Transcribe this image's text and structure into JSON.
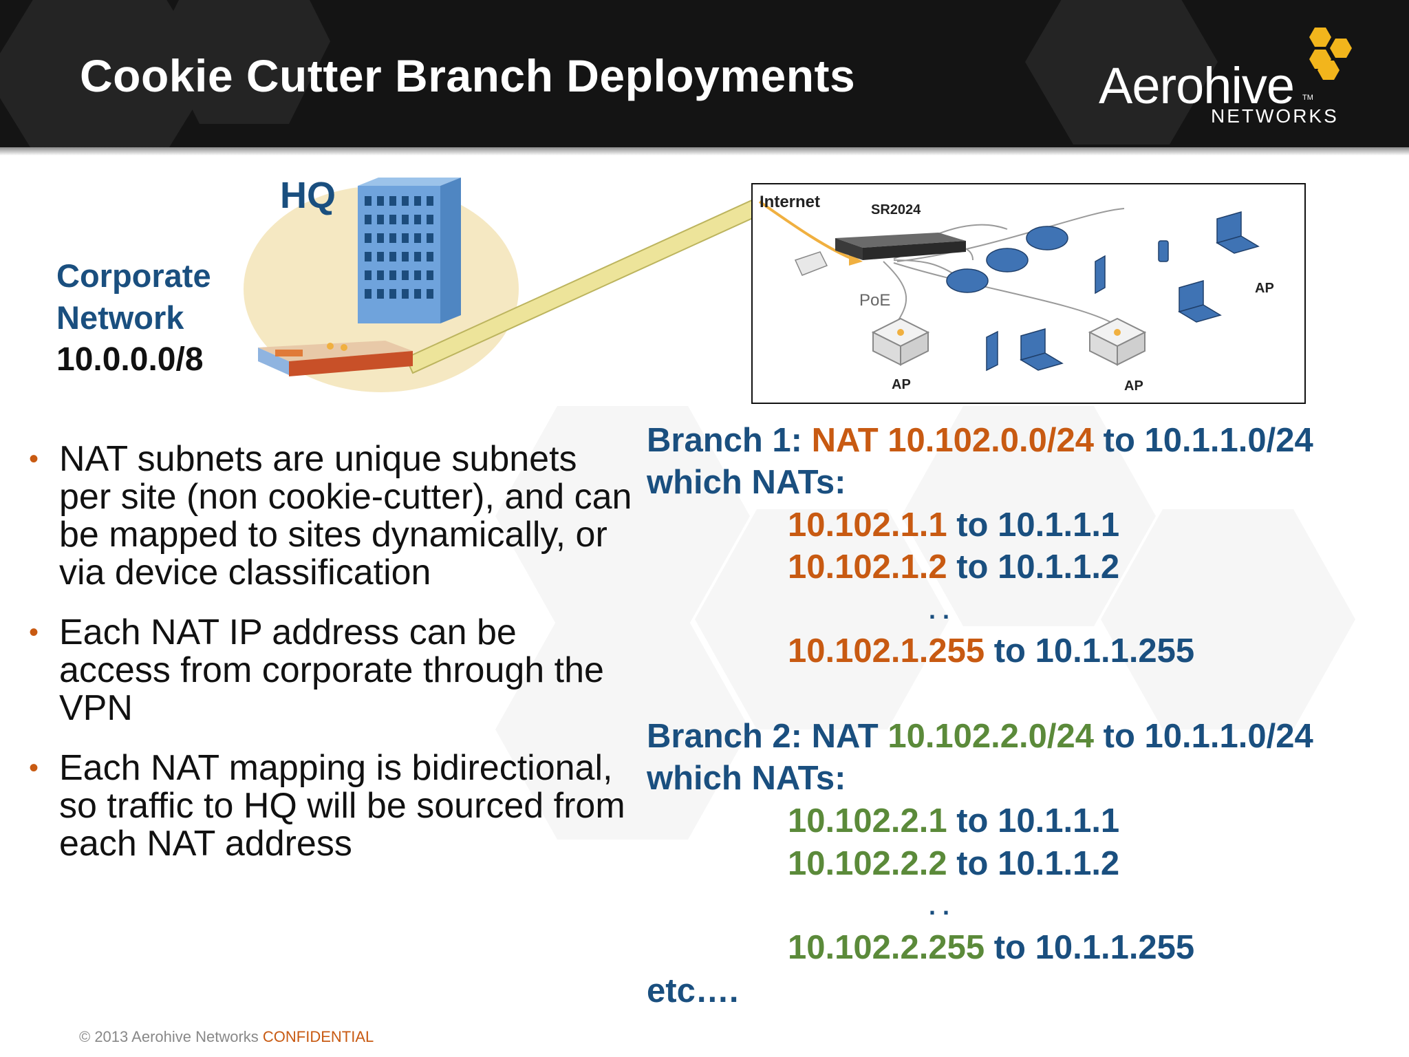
{
  "slide": {
    "title": "Cookie Cutter Branch Deployments",
    "logo": {
      "name": "Aerohive",
      "tm": "TM",
      "subtitle": "NETWORKS"
    }
  },
  "hq": {
    "label": "HQ",
    "network_line1": "Corporate",
    "network_line2": "Network",
    "network_ip": "10.0.0.0/8"
  },
  "diagram": {
    "internet": "Internet",
    "router": "SR2024",
    "poe": "PoE",
    "ap_left": "AP",
    "ap_right": "AP",
    "ap_top": "AP"
  },
  "bullets": [
    "NAT subnets are unique subnets per site (non cookie-cutter), and can be mapped to sites dynamically, or via device classification",
    "Each NAT IP address can be access from corporate through the VPN",
    "Each NAT mapping is bidirectional, so traffic to HQ will be sourced from each NAT address"
  ],
  "bullet_marker": "•",
  "branch1": {
    "prefix": "Branch 1: ",
    "nat": "NAT 10.102.0.0/24",
    "to": " to 10.1.1.0/24",
    "which": "which NATs:",
    "m1_src": "10.102.1.1",
    "m1_dst": " to 10.1.1.1",
    "m2_src": "10.102.1.2",
    "m2_dst": " to 10.1.1.2",
    "dots": ". .",
    "m3_src": "10.102.1.255",
    "m3_dst": " to 10.1.1.255"
  },
  "branch2": {
    "prefix": "Branch 2: NAT ",
    "nat": "10.102.2.0/24",
    "to": " to 10.1.1.0/24",
    "which": "which NATs:",
    "m1_src": "10.102.2.1",
    "m1_dst": " to 10.1.1.1",
    "m2_src": "10.102.2.2",
    "m2_dst": " to 10.1.1.2",
    "dots": ". .",
    "m3_src": "10.102.2.255",
    "m3_dst": " to 10.1.1.255"
  },
  "etc": "etc….",
  "footer": {
    "copyright": "© 2013 Aerohive Networks ",
    "confidential": "CONFIDENTIAL"
  },
  "colors": {
    "navy": "#1a4f7f",
    "orange": "#c85a12",
    "green": "#5b8a3a",
    "header": "#141414"
  }
}
